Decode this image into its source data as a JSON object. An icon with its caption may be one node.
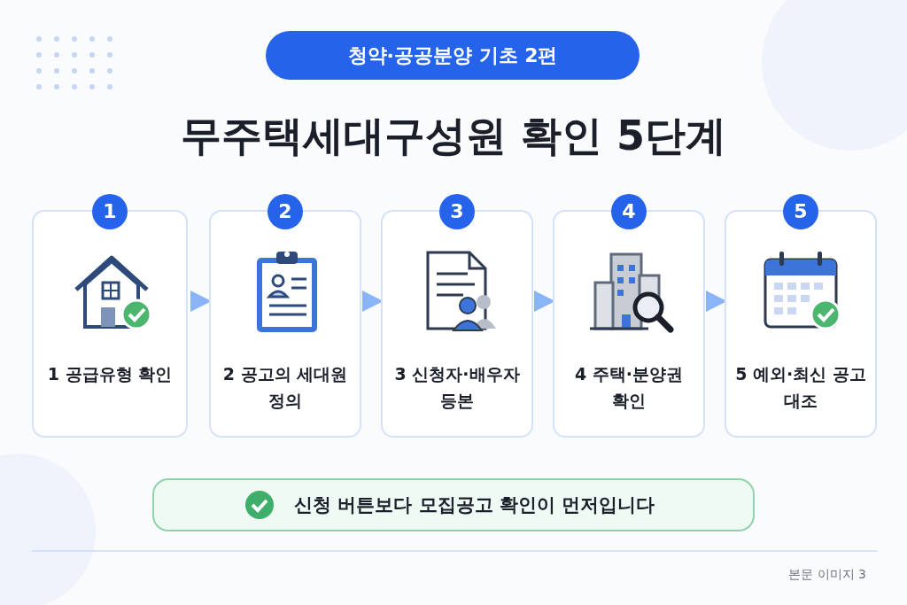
{
  "diagram": {
    "title": "무주택세대구성원 확인 5단계",
    "nodes": [
      {
        "text": [
          "청약·공공분양 기초 2편"
        ]
      },
      {
        "text": [
          "1",
          "1 공급유형 확인"
        ]
      },
      {
        "text": [
          "2",
          "2 공고의 세대원 정의"
        ]
      },
      {
        "text": [
          "3",
          "3 신청자·배우자 등본"
        ]
      },
      {
        "text": [
          "4",
          "4 주택·분양권 확인"
        ]
      },
      {
        "text": [
          "5",
          "5 예외·최신 공고 대조"
        ]
      },
      {
        "text": [
          "신청 버튼보다 모집공고 확인이 먼저입니다"
        ]
      }
    ],
    "edges": [
      {
        "from": 1,
        "to": 2,
        "arrow": "to"
      },
      {
        "from": 2,
        "to": 3,
        "arrow": "to"
      },
      {
        "from": 3,
        "to": 4,
        "arrow": "to"
      },
      {
        "from": 4,
        "to": 5,
        "arrow": "to"
      }
    ],
    "labels": [
      "본문 이미지 3"
    ]
  }
}
